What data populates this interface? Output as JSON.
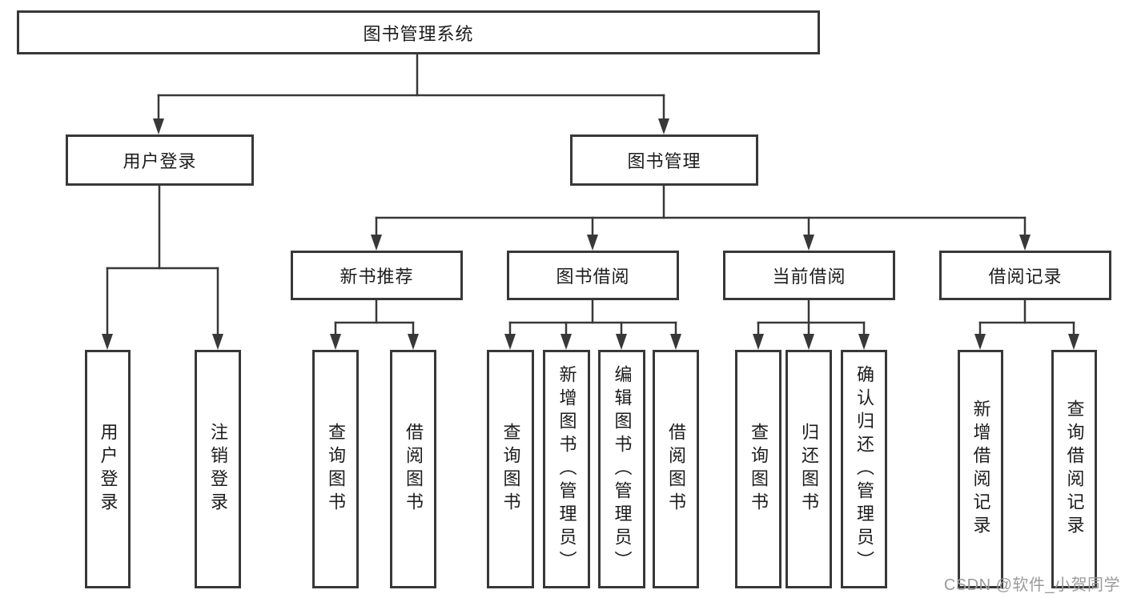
{
  "colors": {
    "background": "#ffffff",
    "line": "#383838",
    "box_border": "#383838",
    "text": "#1c1c1c",
    "watermark": "#9b9b9b"
  },
  "watermark": "CSDN @软件_小贺同学",
  "diagram": {
    "root": {
      "label": "图书管理系统"
    },
    "branches": [
      {
        "label": "用户登录",
        "children": [
          {
            "label": "用户登录"
          },
          {
            "label": "注销登录"
          }
        ]
      },
      {
        "label": "图书管理",
        "children": [
          {
            "label": "新书推荐",
            "children": [
              {
                "label": "查询图书"
              },
              {
                "label": "借阅图书"
              }
            ]
          },
          {
            "label": "图书借阅",
            "children": [
              {
                "label": "查询图书"
              },
              {
                "label": "新增图书（管理员）"
              },
              {
                "label": "编辑图书（管理员）"
              },
              {
                "label": "借阅图书"
              }
            ]
          },
          {
            "label": "当前借阅",
            "children": [
              {
                "label": "查询图书"
              },
              {
                "label": "归还图书"
              },
              {
                "label": "确认归还（管理员）"
              }
            ]
          },
          {
            "label": "借阅记录",
            "children": [
              {
                "label": "新增借阅记录"
              },
              {
                "label": "查询借阅记录"
              }
            ]
          }
        ]
      }
    ]
  }
}
